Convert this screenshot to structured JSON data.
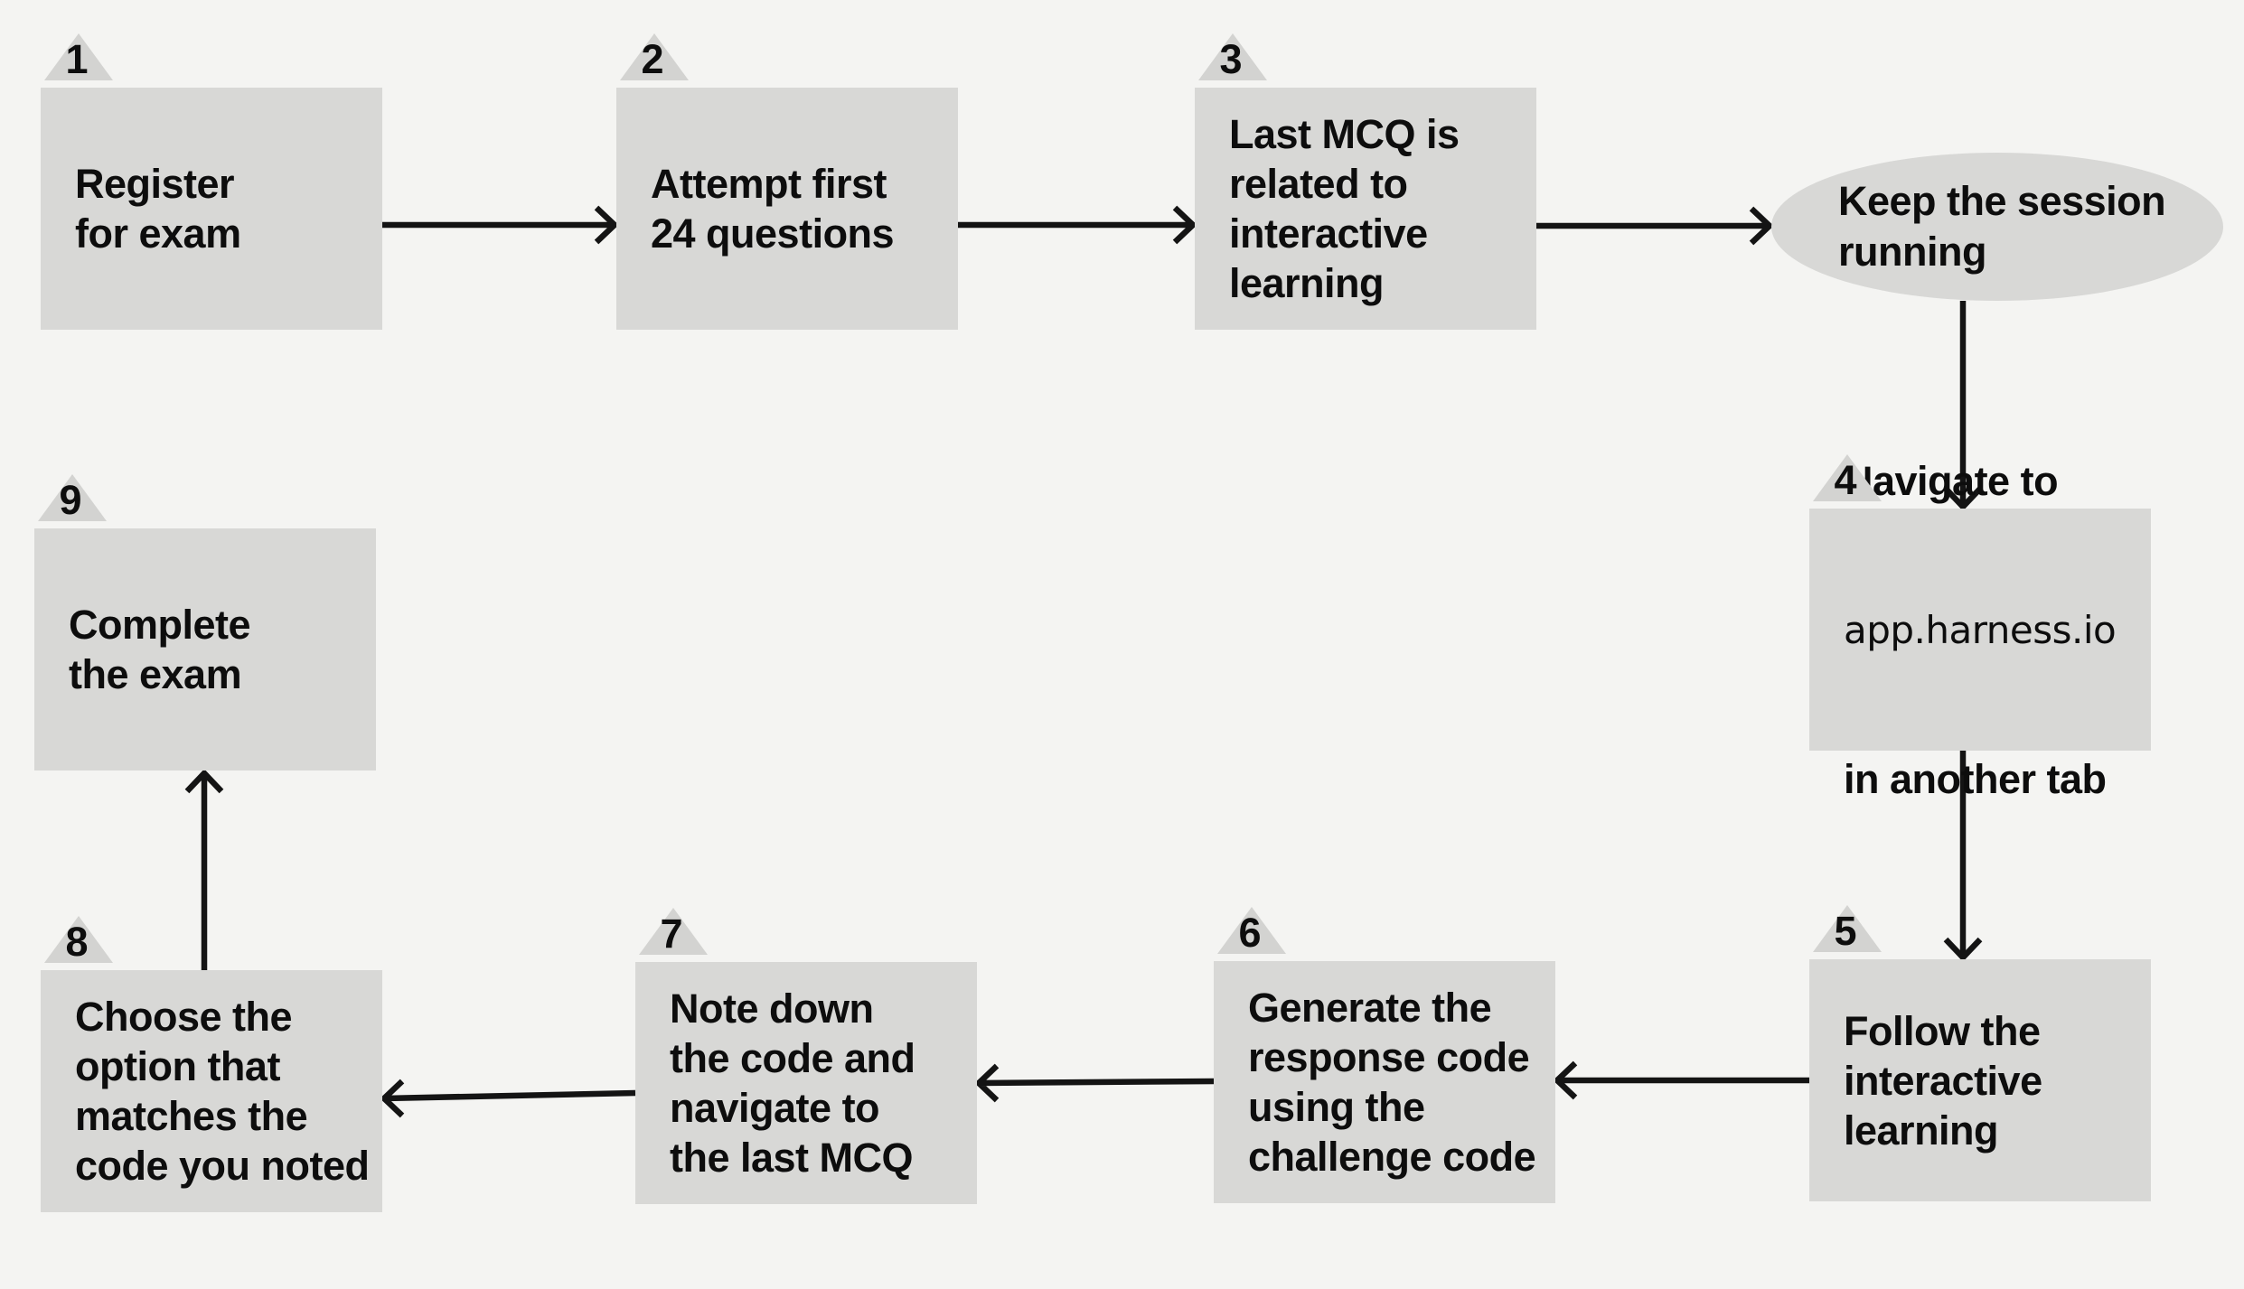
{
  "theme": {
    "background": "#f4f4f2",
    "node-fill": "#d8d8d6",
    "badge-fill": "#d3d3d1",
    "text": "#0d0d0d",
    "arrow": "#141414"
  },
  "nodes": [
    {
      "id": "1",
      "number": "1",
      "shape": "rect",
      "label": "Register\nfor exam"
    },
    {
      "id": "2",
      "number": "2",
      "shape": "rect",
      "label": "Attempt first\n24 questions"
    },
    {
      "id": "3",
      "number": "3",
      "shape": "rect",
      "label": "Last MCQ is\nrelated to\ninteractive\nlearning"
    },
    {
      "id": "session",
      "shape": "ellipse",
      "label": "Keep the session\nrunning"
    },
    {
      "id": "4",
      "number": "4",
      "shape": "rect",
      "label_line1": "Navigate to",
      "label_line2": "app.harness.io",
      "label_line3": "in another tab"
    },
    {
      "id": "5",
      "number": "5",
      "shape": "rect",
      "label": "Follow the\ninteractive\nlearning"
    },
    {
      "id": "6",
      "number": "6",
      "shape": "rect",
      "label": "Generate the\nresponse code\nusing the\nchallenge code"
    },
    {
      "id": "7",
      "number": "7",
      "shape": "rect",
      "label": "Note down\nthe code and\nnavigate to\nthe last MCQ"
    },
    {
      "id": "8",
      "number": "8",
      "shape": "rect",
      "label": "Choose the\noption that\nmatches the\ncode you noted"
    },
    {
      "id": "9",
      "number": "9",
      "shape": "rect",
      "label": "Complete\nthe exam"
    }
  ],
  "edges": [
    {
      "from": "1",
      "to": "2"
    },
    {
      "from": "2",
      "to": "3"
    },
    {
      "from": "3",
      "to": "session"
    },
    {
      "from": "session",
      "to": "4"
    },
    {
      "from": "4",
      "to": "5"
    },
    {
      "from": "5",
      "to": "6"
    },
    {
      "from": "6",
      "to": "7"
    },
    {
      "from": "7",
      "to": "8"
    },
    {
      "from": "8",
      "to": "9"
    }
  ]
}
